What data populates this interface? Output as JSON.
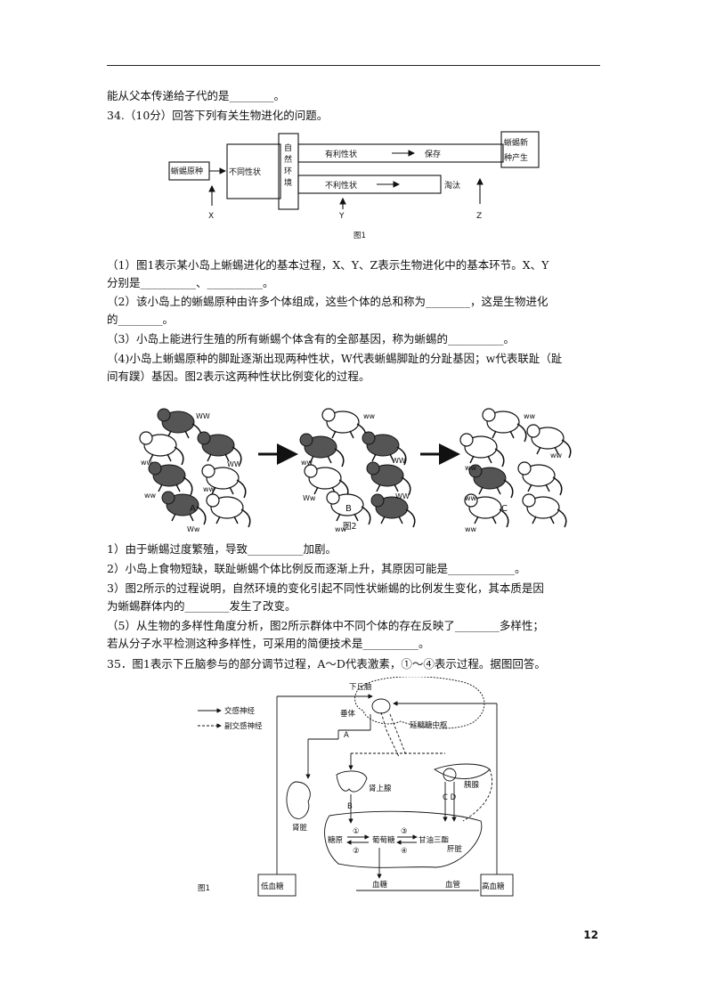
{
  "lines": {
    "l1": "能从父本传递给子代的是________。",
    "l2": "34.（10分）回答下列有关生物进化的问题。",
    "q1a": "（1）图1表示某小岛上蜥蜴进化的基本过程，X、Y、Z表示生物进化中的基本环节。X、Y",
    "q1b": "分别是__________、__________。",
    "q2a": "（2）该小岛上的蜥蜴原种由许多个体组成，这些个体的总和称为________，这是生物进化",
    "q2b": "的________。",
    "q3": "（3）小岛上能进行生殖的所有蜥蜴个体含有的全部基因，称为蜥蜴的__________。",
    "q4a": "（4)小岛上蜥蜴原种的脚趾逐渐出现两种性状，W代表蜥蜴脚趾的分趾基因；w代表联趾（趾",
    "q4b": "间有蹼）基因。图2表示这两种性状比例变化的过程。",
    "s1": "1）由于蜥蜴过度繁殖，导致__________加剧。",
    "s2": "2）小岛上食物短缺，联趾蜥蜴个体比例反而逐渐上升，其原因可能是____________。",
    "s3a": "3）图2所示的过程说明，自然环境的变化引起不同性状蜥蜴的比例发生变化，其本质是因",
    "s3b": "为蜥蜴群体内的________发生了改变。",
    "q5a": "（5）从生物的多样性角度分析，图2所示群体中不同个体的存在反映了________多样性；",
    "q5b": "若从分子水平检测这种多样性，可采用的简便技术是__________。",
    "q35": "35．图1表示下丘脑参与的部分调节过程，A～D代表激素，①～④表示过程。据图回答。"
  },
  "fig1": {
    "origin": "蜥蜴原种",
    "traits": "不同性状",
    "env": [
      "自",
      "然",
      "环",
      "境"
    ],
    "favorable": "有利性状",
    "preserve": "保存",
    "unfavorable": "不利性状",
    "eliminate": "淘汰",
    "newspecies1": "蜥蜴新",
    "newspecies2": "种产生",
    "x": "X",
    "y": "Y",
    "z": "Z",
    "caption": "图1"
  },
  "fig2": {
    "labels": [
      "A",
      "B",
      "C"
    ],
    "caption": "图2",
    "genotypes": {
      "ww_cap": "WW",
      "ww": "ww",
      "Ww": "Ww"
    }
  },
  "fig3": {
    "legend_sym": "交感神经",
    "legend_para": "副交感神经",
    "hypothalamus": "下丘脑",
    "pituitary": "垂体",
    "center": "延髓糖中枢",
    "A": "A",
    "B": "B",
    "CD": "C D",
    "adrenal": "肾上腺",
    "pancreas": "胰腺",
    "kidney": "肾脏",
    "glycogen": "糖原",
    "glucose": "葡萄糖",
    "tg": "甘油三酯",
    "c1": "①",
    "c2": "②",
    "c3": "③",
    "c4": "④",
    "liver": "肝脏",
    "low": "低血糖",
    "high": "高血糖",
    "blood_sugar": "血糖",
    "vessel": "血管",
    "caption": "图1"
  },
  "page_number": "12"
}
